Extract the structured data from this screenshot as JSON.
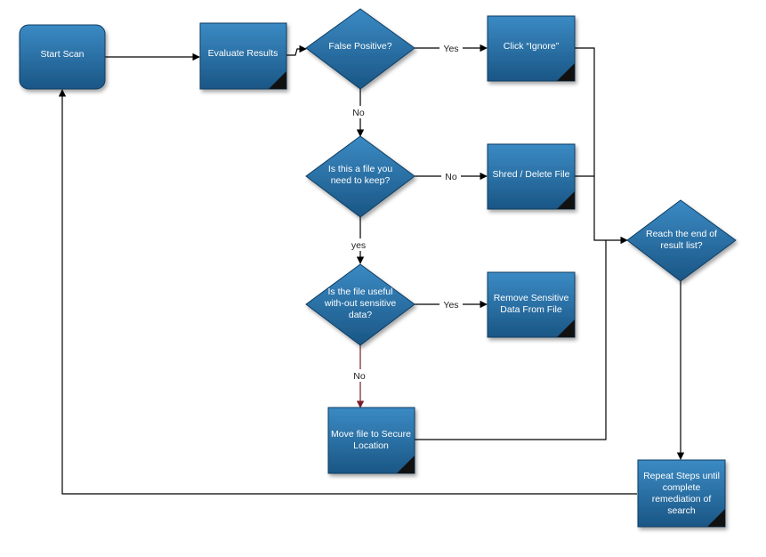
{
  "colors": {
    "node_fill_top": "#3b8ac4",
    "node_fill_bottom": "#1a5685",
    "node_stroke": "#0f3d62",
    "line": "#000000",
    "line_accent": "#7a1f2b"
  },
  "nodes": {
    "start_scan": {
      "lines": [
        "Start Scan"
      ]
    },
    "evaluate_results": {
      "lines": [
        "Evaluate Results"
      ]
    },
    "false_positive": {
      "lines": [
        "False Positive?"
      ]
    },
    "click_ignore": {
      "lines": [
        "Click “Ignore”"
      ]
    },
    "keep_file": {
      "lines": [
        "Is this a file you",
        "need to keep?"
      ]
    },
    "shred_delete": {
      "lines": [
        "Shred / Delete File"
      ]
    },
    "useful_without": {
      "lines": [
        "Is the file useful",
        "with-out sensitive",
        "data?"
      ]
    },
    "remove_sensitive": {
      "lines": [
        "Remove Sensitive",
        "Data From File"
      ]
    },
    "move_secure": {
      "lines": [
        "Move file to Secure",
        "Location"
      ]
    },
    "reach_end": {
      "lines": [
        "Reach the end of",
        "result list?"
      ]
    },
    "repeat_steps": {
      "lines": [
        "Repeat Steps until",
        "complete",
        "remediation of",
        "search"
      ]
    }
  },
  "edge_labels": {
    "fp_yes": "Yes",
    "fp_no": "No",
    "keep_no": "No",
    "keep_yes": "yes",
    "useful_yes": "Yes",
    "useful_no": "No"
  }
}
